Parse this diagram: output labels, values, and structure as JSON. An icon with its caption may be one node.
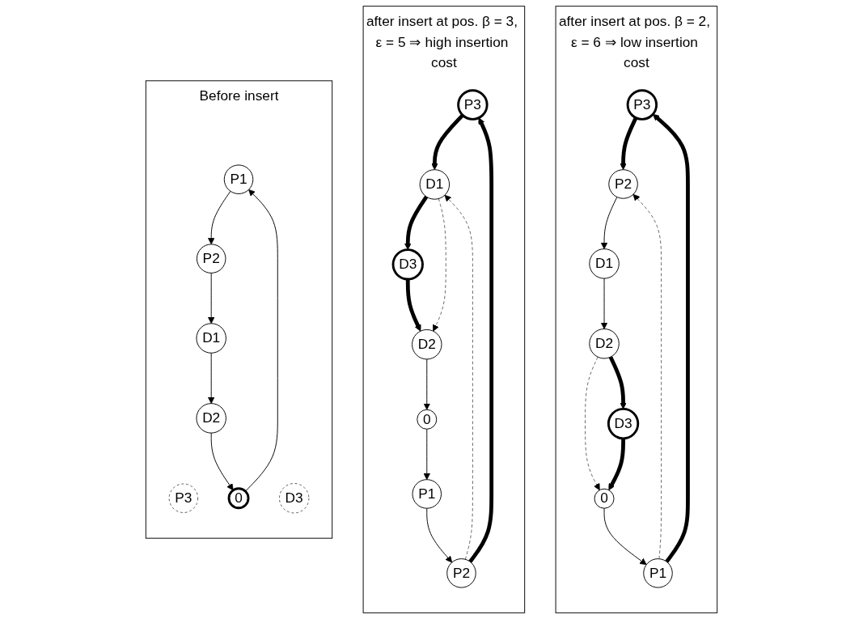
{
  "diagram": {
    "nodes": [
      {
        "text": [
          "Before insert"
        ]
      },
      {
        "text": [
          "P3"
        ],
        "in": 0
      },
      {
        "text": [
          "P2"
        ],
        "in": 0
      },
      {
        "text": [
          "P1"
        ],
        "in": 0
      },
      {
        "text": [
          "D1"
        ],
        "in": 0
      },
      {
        "text": [
          "0"
        ],
        "in": 0
      },
      {
        "text": [
          "D2"
        ],
        "in": 0
      },
      {
        "text": [
          "D3"
        ],
        "in": 0
      },
      {
        "text": [
          "after insert at pos. β = 3, ε = 5 ⇒ high insertion cost"
        ]
      },
      {
        "text": [
          "P3"
        ],
        "in": 8
      },
      {
        "text": [
          "P2"
        ],
        "in": 8
      },
      {
        "text": [
          "P1"
        ],
        "in": 8
      },
      {
        "text": [
          "D1"
        ],
        "in": 8
      },
      {
        "text": [
          "0"
        ],
        "in": 8
      },
      {
        "text": [
          "D2"
        ],
        "in": 8
      },
      {
        "text": [
          "D3"
        ],
        "in": 8
      },
      {
        "text": [
          "after insert at pos. β = 2, ε = 6 ⇒ low insertion cost"
        ]
      },
      {
        "text": [
          "P3"
        ],
        "in": 16
      },
      {
        "text": [
          "P2"
        ],
        "in": 16
      },
      {
        "text": [
          "P1"
        ],
        "in": 16
      },
      {
        "text": [
          "D1"
        ],
        "in": 16
      },
      {
        "text": [
          "0"
        ],
        "in": 16
      },
      {
        "text": [
          "D2"
        ],
        "in": 16
      },
      {
        "text": [
          "D3"
        ],
        "in": 16
      }
    ],
    "edges": [
      {
        "from": 3,
        "to": 2,
        "arrow": "to"
      },
      {
        "from": 2,
        "to": 4,
        "arrow": "to"
      },
      {
        "from": 4,
        "to": 6,
        "arrow": "to"
      },
      {
        "from": 6,
        "to": 5,
        "arrow": "to"
      },
      {
        "from": 5,
        "to": 3,
        "arrow": "to"
      },
      {
        "from": 10,
        "to": 9,
        "arrow": "to",
        "style": "thick"
      },
      {
        "from": 9,
        "to": 12,
        "arrow": "to",
        "style": "thick"
      },
      {
        "from": 11,
        "to": 10,
        "arrow": "to"
      },
      {
        "from": 10,
        "to": 12,
        "arrow": "to",
        "style": "dashed",
        "color": "#666666"
      },
      {
        "from": 12,
        "to": 15,
        "arrow": "to",
        "style": "thick"
      },
      {
        "from": 12,
        "to": 14,
        "arrow": "to",
        "style": "dashed",
        "color": "#666666"
      },
      {
        "from": 15,
        "to": 14,
        "arrow": "to",
        "style": "thick"
      },
      {
        "from": 14,
        "to": 13,
        "arrow": "to"
      },
      {
        "from": 13,
        "to": 11,
        "arrow": "to"
      },
      {
        "from": 19,
        "to": 17,
        "arrow": "to",
        "style": "thick"
      },
      {
        "from": 17,
        "to": 18,
        "arrow": "to",
        "style": "thick"
      },
      {
        "from": 19,
        "to": 18,
        "arrow": "to",
        "style": "dashed",
        "color": "#666666"
      },
      {
        "from": 18,
        "to": 20,
        "arrow": "to"
      },
      {
        "from": 20,
        "to": 22,
        "arrow": "to"
      },
      {
        "from": 22,
        "to": 21,
        "arrow": "to",
        "style": "dashed",
        "color": "#666666"
      },
      {
        "from": 22,
        "to": 23,
        "arrow": "to",
        "style": "thick"
      },
      {
        "from": 23,
        "to": 21,
        "arrow": "to",
        "style": "thick"
      },
      {
        "from": 21,
        "to": 19,
        "arrow": "to"
      }
    ]
  }
}
